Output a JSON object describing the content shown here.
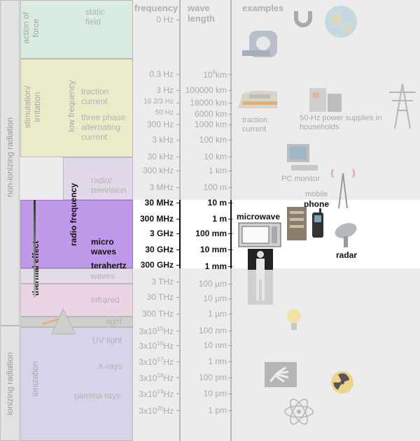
{
  "headers": {
    "frequency": "frequency",
    "wave_length": "wave length",
    "examples": "examples"
  },
  "sides": {
    "non_ionizing": "non-ionizing radiation",
    "ionizing": "ionizing radiation"
  },
  "categories": {
    "action_of_force": "action of force",
    "stimulation": "stimulation/ irritation",
    "low_frequency": "low frequency",
    "radio_frequency": "radio frequency",
    "thermal_effect": "thermal effect",
    "ionization": "ionization"
  },
  "bands": {
    "static_field": "static field",
    "traction_current": "traction current",
    "three_phase": "three phase alternating current",
    "radio_television": "radio/ television",
    "micro_waves": "micro waves",
    "terahertz": "terahertz",
    "waves": "waves",
    "infrared": "infrared",
    "light": "light",
    "uv_light": "UV light",
    "x_rays": "X-rays",
    "gamma_rays": "gamma rays"
  },
  "frequencies": [
    "0 Hz",
    "0.3 Hz",
    "3 Hz",
    "16 2/3 Hz",
    "50 Hz",
    "300 Hz",
    "3 kHz",
    "30 kHz",
    "300 kHz",
    "3 MHz",
    "30 MHz",
    "300 MHz",
    "3 GHz",
    "30 GHz",
    "300 GHz",
    "3 THz",
    "30 THz",
    "300 THz",
    "3x10",
    "3x10",
    "3x10",
    "3x10",
    "3x10",
    "3x10"
  ],
  "freq_exponents": [
    "15",
    "16",
    "17",
    "18",
    "19",
    "20"
  ],
  "wavelengths": [
    "10",
    "100000 km",
    "18000 km",
    "6000 km",
    "1000 km",
    "100 km",
    "10 km",
    "1 km",
    "100 m",
    "10 m",
    "1 m",
    "100 mm",
    "10 mm",
    "1 mm",
    "100 µm",
    "10 µm",
    "1 µm",
    "100 nm",
    "10 nm",
    "1 nm",
    "100 pm",
    "10 pm",
    "1 pm"
  ],
  "wavelength_first_exp": "6",
  "wavelength_first_unit": "km",
  "hz_unit": "Hz",
  "examples": {
    "traction_current": "traction current",
    "power_supplies": "50-Hz power supplies in households",
    "pc_monitor": "PC monitor",
    "mobile": "mobile",
    "phone": "phone",
    "microwave": "microwave",
    "radar": "radar"
  }
}
